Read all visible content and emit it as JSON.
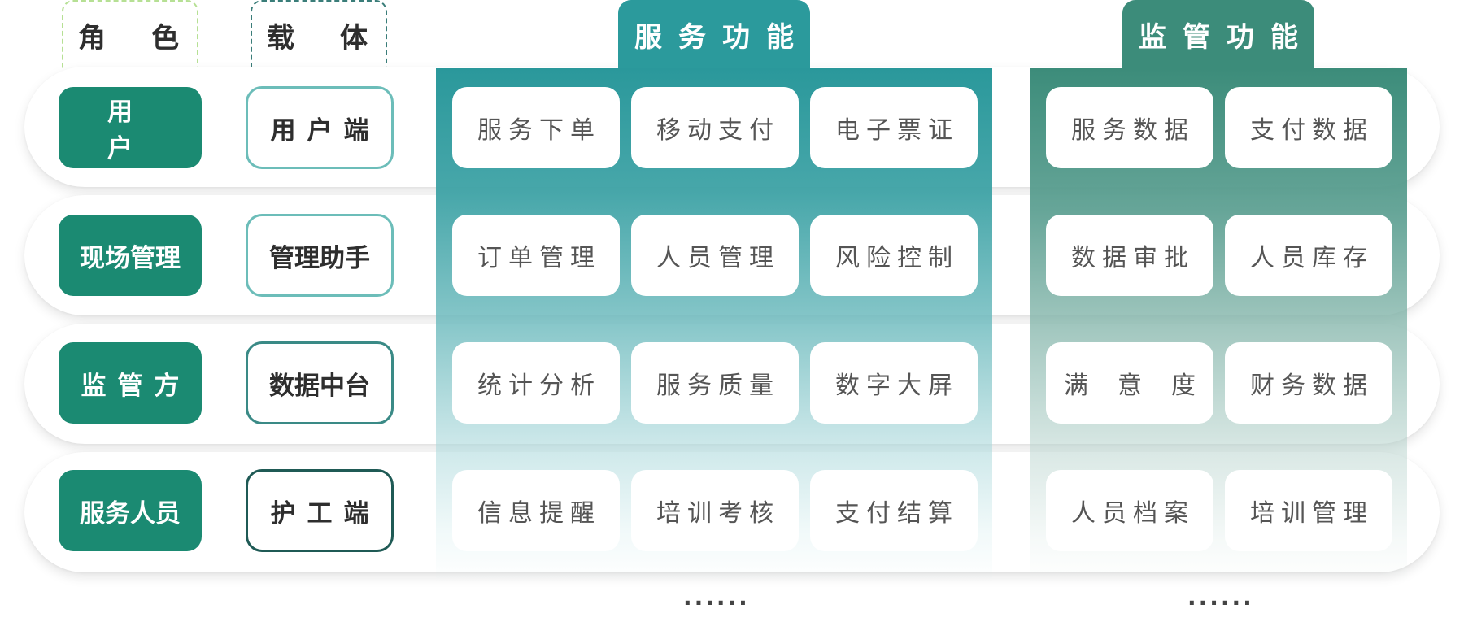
{
  "headers": {
    "role": [
      "角",
      "色"
    ],
    "carrier": [
      "载",
      "体"
    ],
    "service": "服务功能",
    "supervision": "监管功能"
  },
  "rows": [
    {
      "role": "用  户",
      "carrier": "用户端",
      "service": [
        "服务下单",
        "移动支付",
        "电子票证"
      ],
      "supervision": [
        "服务数据",
        "支付数据"
      ]
    },
    {
      "role": "现场管理",
      "carrier": "管理助手",
      "service": [
        "订单管理",
        "人员管理",
        "风险控制"
      ],
      "supervision": [
        "数据审批",
        "人员库存"
      ]
    },
    {
      "role": "监管方",
      "carrier": "数据中台",
      "service": [
        "统计分析",
        "服务质量",
        "数字大屏"
      ],
      "supervision": [
        "满意度",
        "财务数据"
      ]
    },
    {
      "role": "服务人员",
      "carrier": "护工端",
      "service": [
        "信息提醒",
        "培训考核",
        "支付结算"
      ],
      "supervision": [
        "人员档案",
        "培训管理"
      ]
    }
  ],
  "more": {
    "service": "......",
    "supervision": "......"
  },
  "colors": {
    "role_fill": "#1b8a72",
    "service_panel": "#2b9a9c",
    "supervision_panel": "#3c8c7a"
  }
}
